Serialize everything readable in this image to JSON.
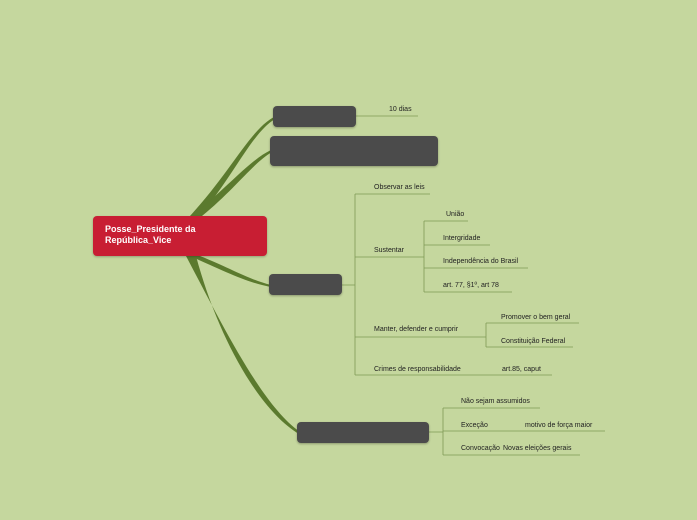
{
  "colors": {
    "background": "#c5d79e",
    "root": "#c81e33",
    "node": "#4b4b4b",
    "node_text": "#e0201e",
    "branch": "#5b7a2e",
    "leaf_line": "#7f9a55"
  },
  "root": {
    "label": "Posse_Presidente da República_Vice"
  },
  "branches": [
    {
      "label": "",
      "children": [
        "10 dias"
      ]
    },
    {
      "label": "",
      "children": []
    },
    {
      "label": "",
      "children": [
        "Observar as leis",
        "Sustentar",
        "União",
        "Intergridade",
        "Independência do Brasil",
        "art. 77, §1º, art 78",
        "Manter, defender e cumprir",
        "Promover o bem geral",
        "Constituição Federal",
        "Crimes de responsabilidade",
        "art.85, caput"
      ]
    },
    {
      "label": "",
      "children": [
        "Não sejam assumidos",
        "Exceção",
        "motivo de força maior",
        "Convocação",
        "Novas eleições gerais"
      ]
    }
  ]
}
